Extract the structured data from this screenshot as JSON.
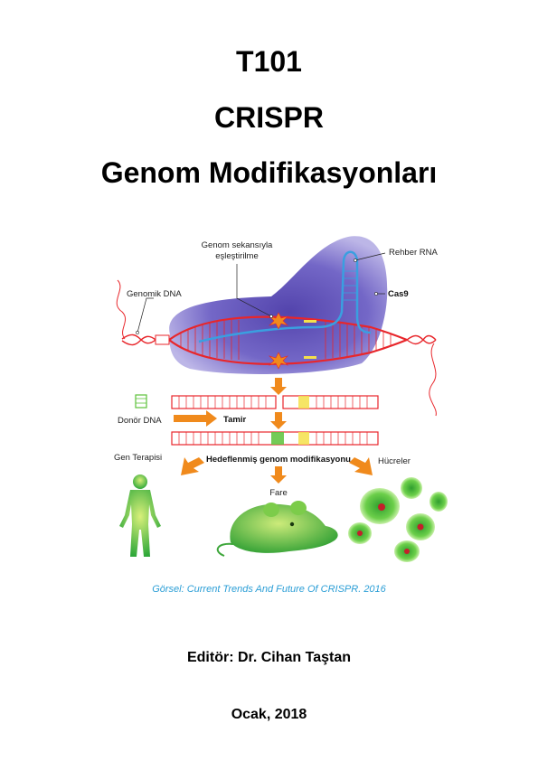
{
  "title": {
    "line1": "T101",
    "line2": "CRISPR",
    "line3": "Genom Modifikasyonları"
  },
  "figure": {
    "labels": {
      "genome_matching": [
        "Genom sekansıyla",
        "eşleştirilme"
      ],
      "guide_rna": "Rehber RNA",
      "genomic_dna": "Genomik DNA",
      "cas9": "Cas9",
      "donor_dna": "Donör DNA",
      "repair": "Tamir",
      "gene_therapy": "Gen Terapisi",
      "targeted_modification": "Hedeflenmiş genom modifikasyonu",
      "cells": "Hücreler",
      "mouse": "Fare"
    },
    "colors": {
      "dna_red": "#e8262b",
      "cas9_purple": "#5a4ab0",
      "rna_blue": "#3a9fe0",
      "arrow_orange": "#f08a1c",
      "green": "#5cc23a",
      "highlight_yellow": "#f5e04a"
    },
    "icons": [
      "scissor-spark-icon",
      "human-figure-icon",
      "mouse-icon",
      "cells-icon"
    ]
  },
  "caption": "Görsel: Current Trends And Future Of CRISPR. 2016",
  "editor": "Editör: Dr. Cihan Taştan",
  "date": "Ocak, 2018"
}
